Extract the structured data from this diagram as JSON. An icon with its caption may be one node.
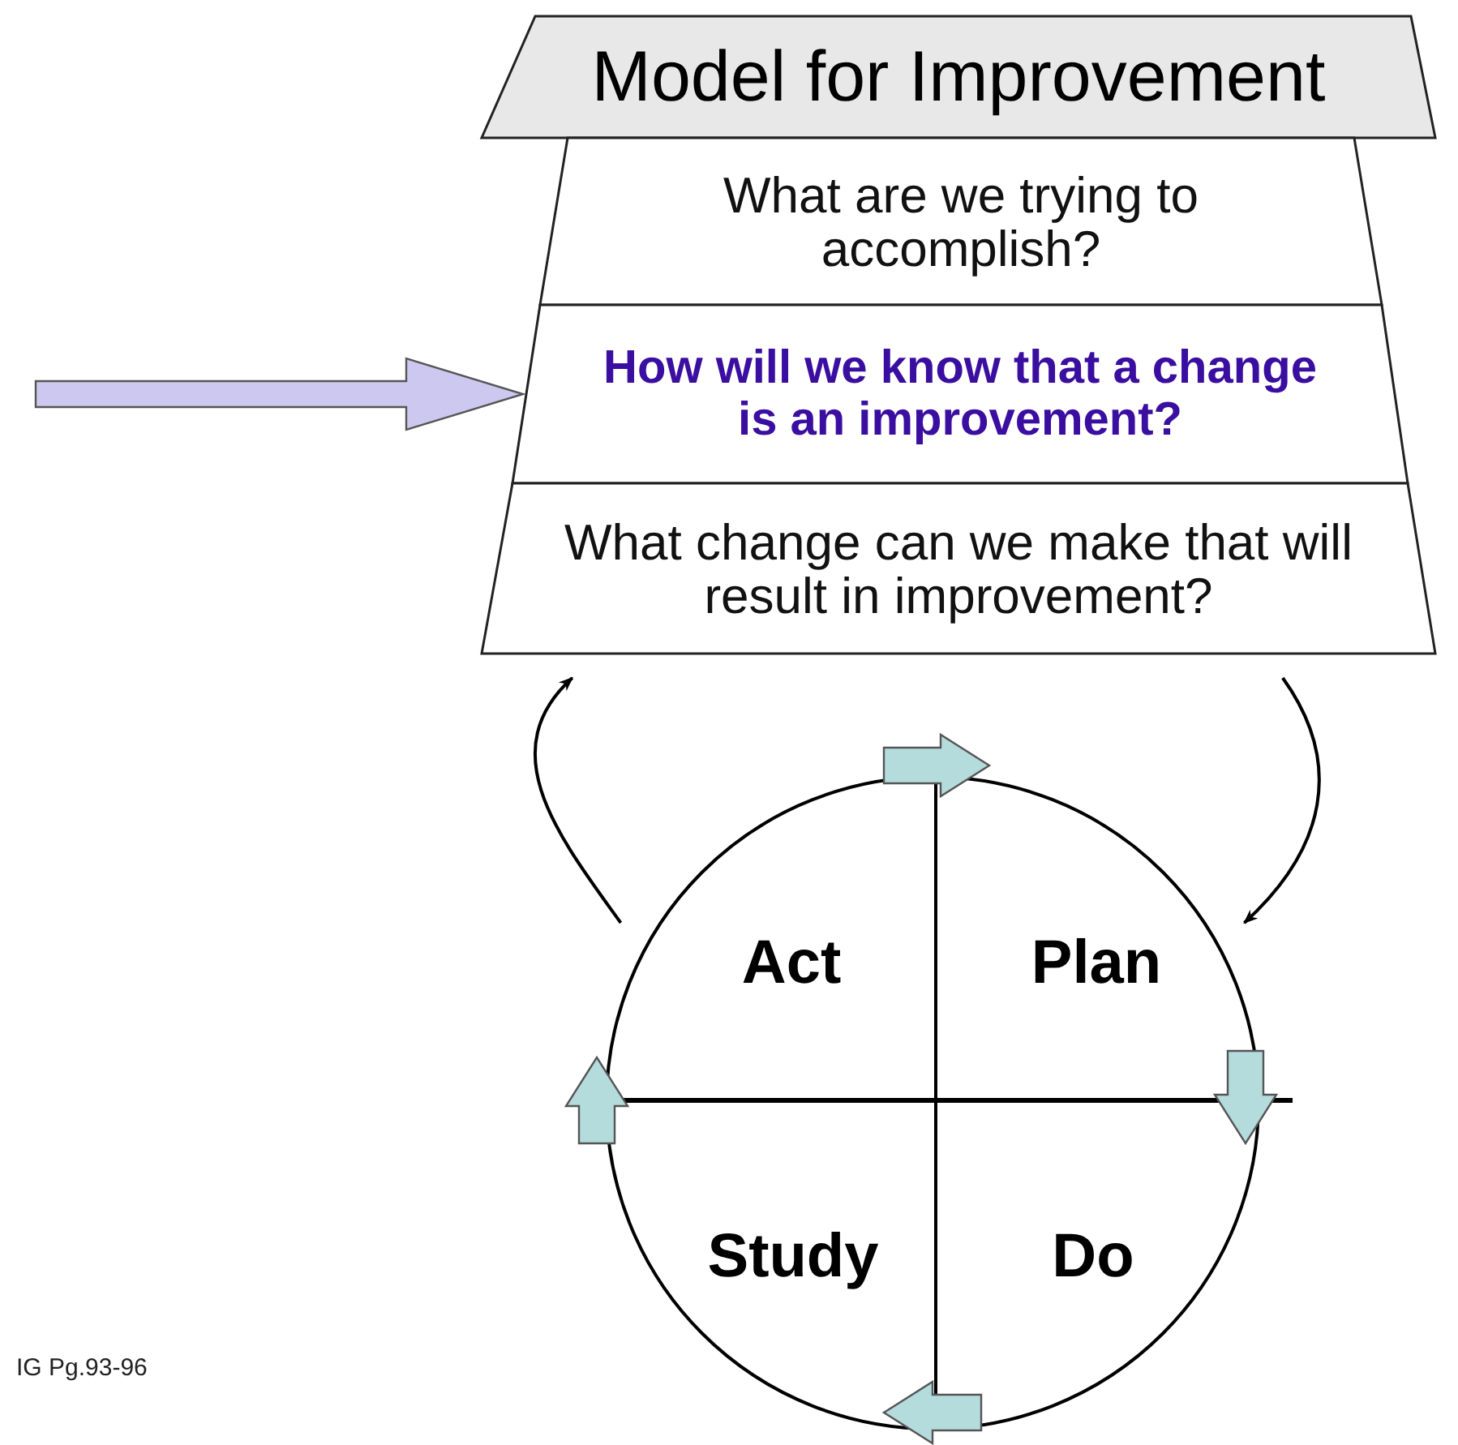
{
  "diagram": {
    "nodes": [
      {
        "text": [
          "Model for Improvement"
        ]
      },
      {
        "text": [
          "What are we trying to accomplish?"
        ]
      },
      {
        "text": [
          "How will we know that a change is an improvement?"
        ]
      },
      {
        "text": [
          "What change can we make that will result in improvement?"
        ]
      },
      {
        "text": [],
        "shape": "circle"
      },
      {
        "text": [
          "Act"
        ],
        "in": 4
      },
      {
        "text": [
          "Plan"
        ],
        "in": 4
      },
      {
        "text": [
          "Study"
        ],
        "in": 4
      },
      {
        "text": [
          "Do"
        ],
        "in": 4
      }
    ],
    "edges": [
      {
        "from": null,
        "to": 2,
        "arrow": "to",
        "style": "thick",
        "color": "#cdc8f0"
      },
      {
        "from": 3,
        "to": 4,
        "arrow": "to"
      },
      {
        "from": 4,
        "to": 3,
        "arrow": "to"
      }
    ],
    "labels": [
      "IG Pg.93-96"
    ]
  }
}
